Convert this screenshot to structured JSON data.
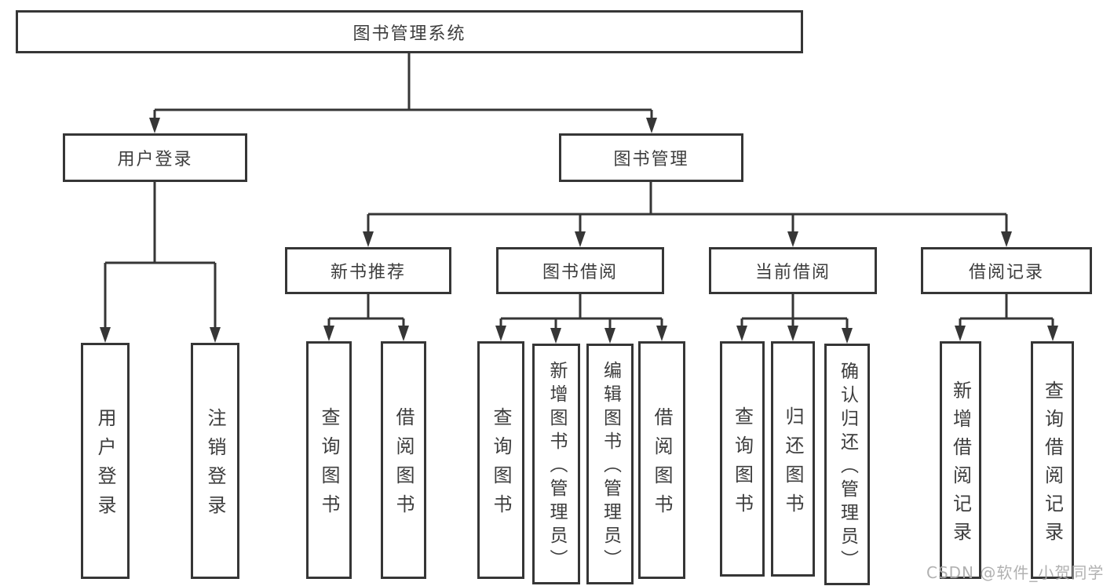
{
  "root": {
    "label": "图书管理系统"
  },
  "branches": [
    {
      "label": "用户登录",
      "children": [
        {
          "label": "用户登录"
        },
        {
          "label": "注销登录"
        }
      ]
    },
    {
      "label": "图书管理",
      "children": [
        {
          "label": "新书推荐",
          "children": [
            {
              "label": "查询图书"
            },
            {
              "label": "借阅图书"
            }
          ]
        },
        {
          "label": "图书借阅",
          "children": [
            {
              "label": "查询图书"
            },
            {
              "label": "新增图书（管理员）"
            },
            {
              "label": "编辑图书（管理员）"
            },
            {
              "label": "借阅图书"
            }
          ]
        },
        {
          "label": "当前借阅",
          "children": [
            {
              "label": "查询图书"
            },
            {
              "label": "归还图书"
            },
            {
              "label": "确认归还（管理员）"
            }
          ]
        },
        {
          "label": "借阅记录",
          "children": [
            {
              "label": "新增借阅记录"
            },
            {
              "label": "查询借阅记录"
            }
          ]
        }
      ]
    }
  ],
  "watermark": "CSDN @软件_小贺同学",
  "colors": {
    "line": "#363636",
    "text": "#3d3d3d",
    "watermark": "#aaaaaa",
    "background": "#ffffff"
  }
}
